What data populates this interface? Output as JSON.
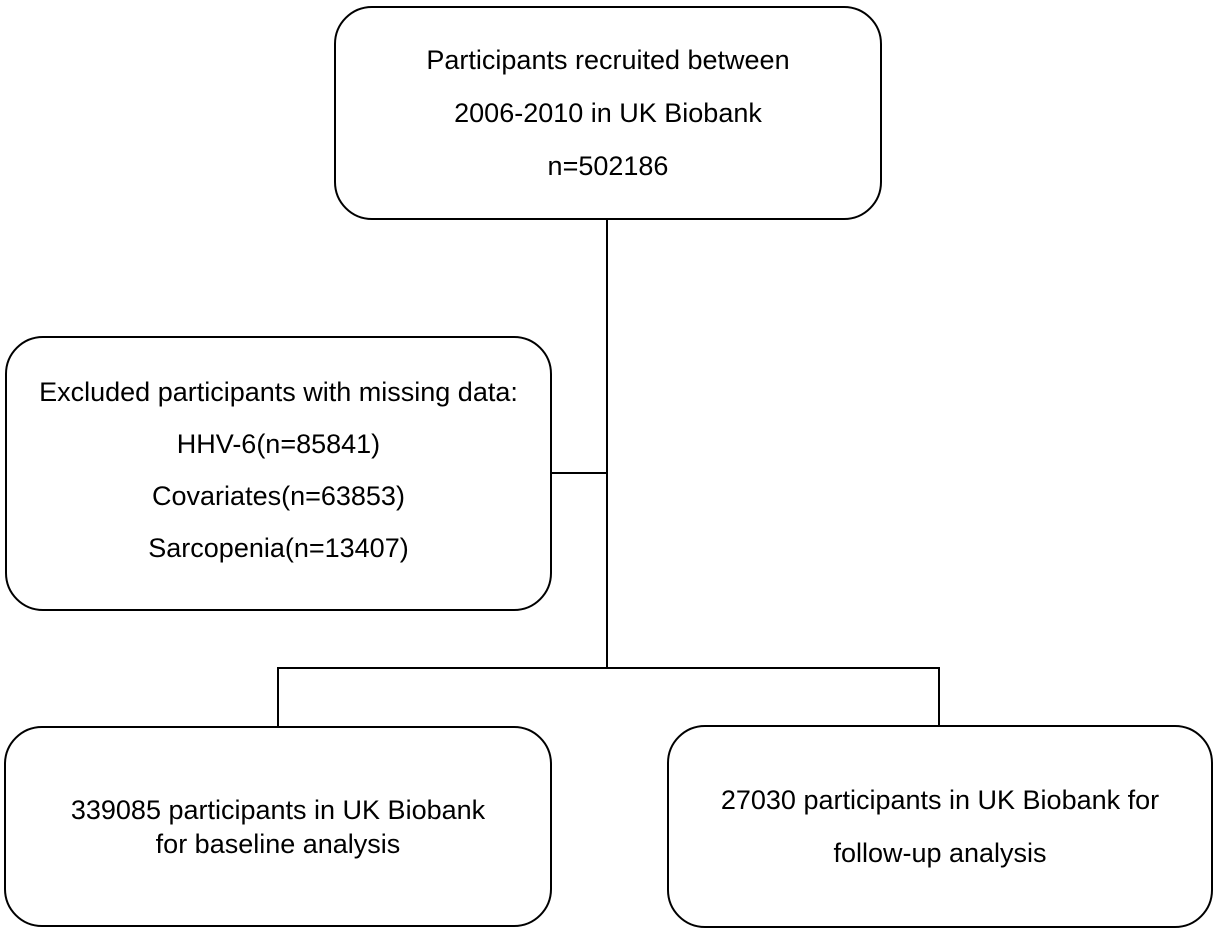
{
  "flowchart": {
    "recruited": {
      "lines": [
        "Participants recruited between",
        "2006-2010 in UK Biobank",
        "n=502186"
      ]
    },
    "excluded": {
      "heading": "Excluded participants with missing data:",
      "items": [
        "HHV-6(n=85841)",
        "Covariates(n=63853)",
        "Sarcopenia(n=13407)"
      ]
    },
    "baseline": {
      "lines": [
        "339085 participants in UK Biobank",
        "for baseline analysis"
      ]
    },
    "followup": {
      "lines": [
        "27030 participants in UK Biobank for",
        "follow-up analysis"
      ]
    },
    "colors": {
      "stroke": "#000000",
      "text": "#000000",
      "background": "#ffffff"
    }
  }
}
